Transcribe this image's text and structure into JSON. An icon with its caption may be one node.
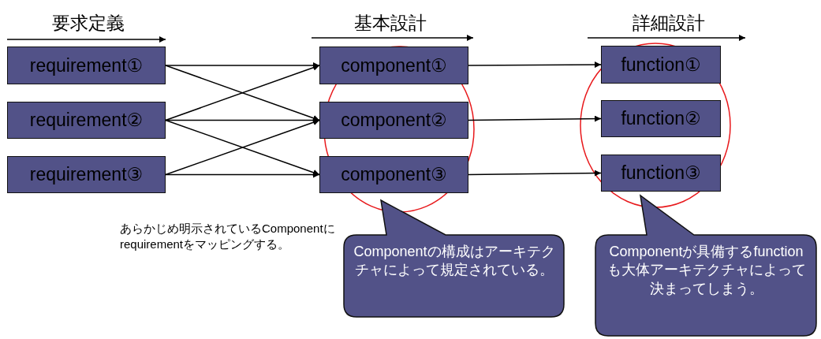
{
  "diagram": {
    "nodes": [
      {
        "text": [
          "requirement①"
        ]
      },
      {
        "text": [
          "requirement②"
        ]
      },
      {
        "text": [
          "requirement③"
        ]
      },
      {
        "text": [
          "component①"
        ]
      },
      {
        "text": [
          "component②"
        ]
      },
      {
        "text": [
          "component③"
        ]
      },
      {
        "text": [
          "function①"
        ]
      },
      {
        "text": [
          "function②"
        ]
      },
      {
        "text": [
          "function③"
        ]
      },
      {
        "text": [
          "Componentの構成はアーキテクチャによって規定されている。"
        ]
      },
      {
        "text": [
          "Componentが具備するfunctionも大体アーキテクチャによって決まってしまう。"
        ]
      }
    ],
    "edges": [
      {
        "from": 0,
        "to": 3,
        "arrow": "to"
      },
      {
        "from": 0,
        "to": 4,
        "arrow": "to"
      },
      {
        "from": 1,
        "to": 3,
        "arrow": "to"
      },
      {
        "from": 1,
        "to": 4,
        "arrow": "to"
      },
      {
        "from": 1,
        "to": 5,
        "arrow": "to"
      },
      {
        "from": 2,
        "to": 4,
        "arrow": "to"
      },
      {
        "from": 2,
        "to": 5,
        "arrow": "to"
      },
      {
        "from": 3,
        "to": 6,
        "arrow": "to"
      },
      {
        "from": 4,
        "to": 7,
        "arrow": "to"
      },
      {
        "from": 5,
        "to": 8,
        "arrow": "to"
      }
    ],
    "labels": [
      "要求定義",
      "基本設計",
      "詳細設計",
      "あらかじめ明示されているComponentにrequirementをマッピングする。"
    ]
  }
}
